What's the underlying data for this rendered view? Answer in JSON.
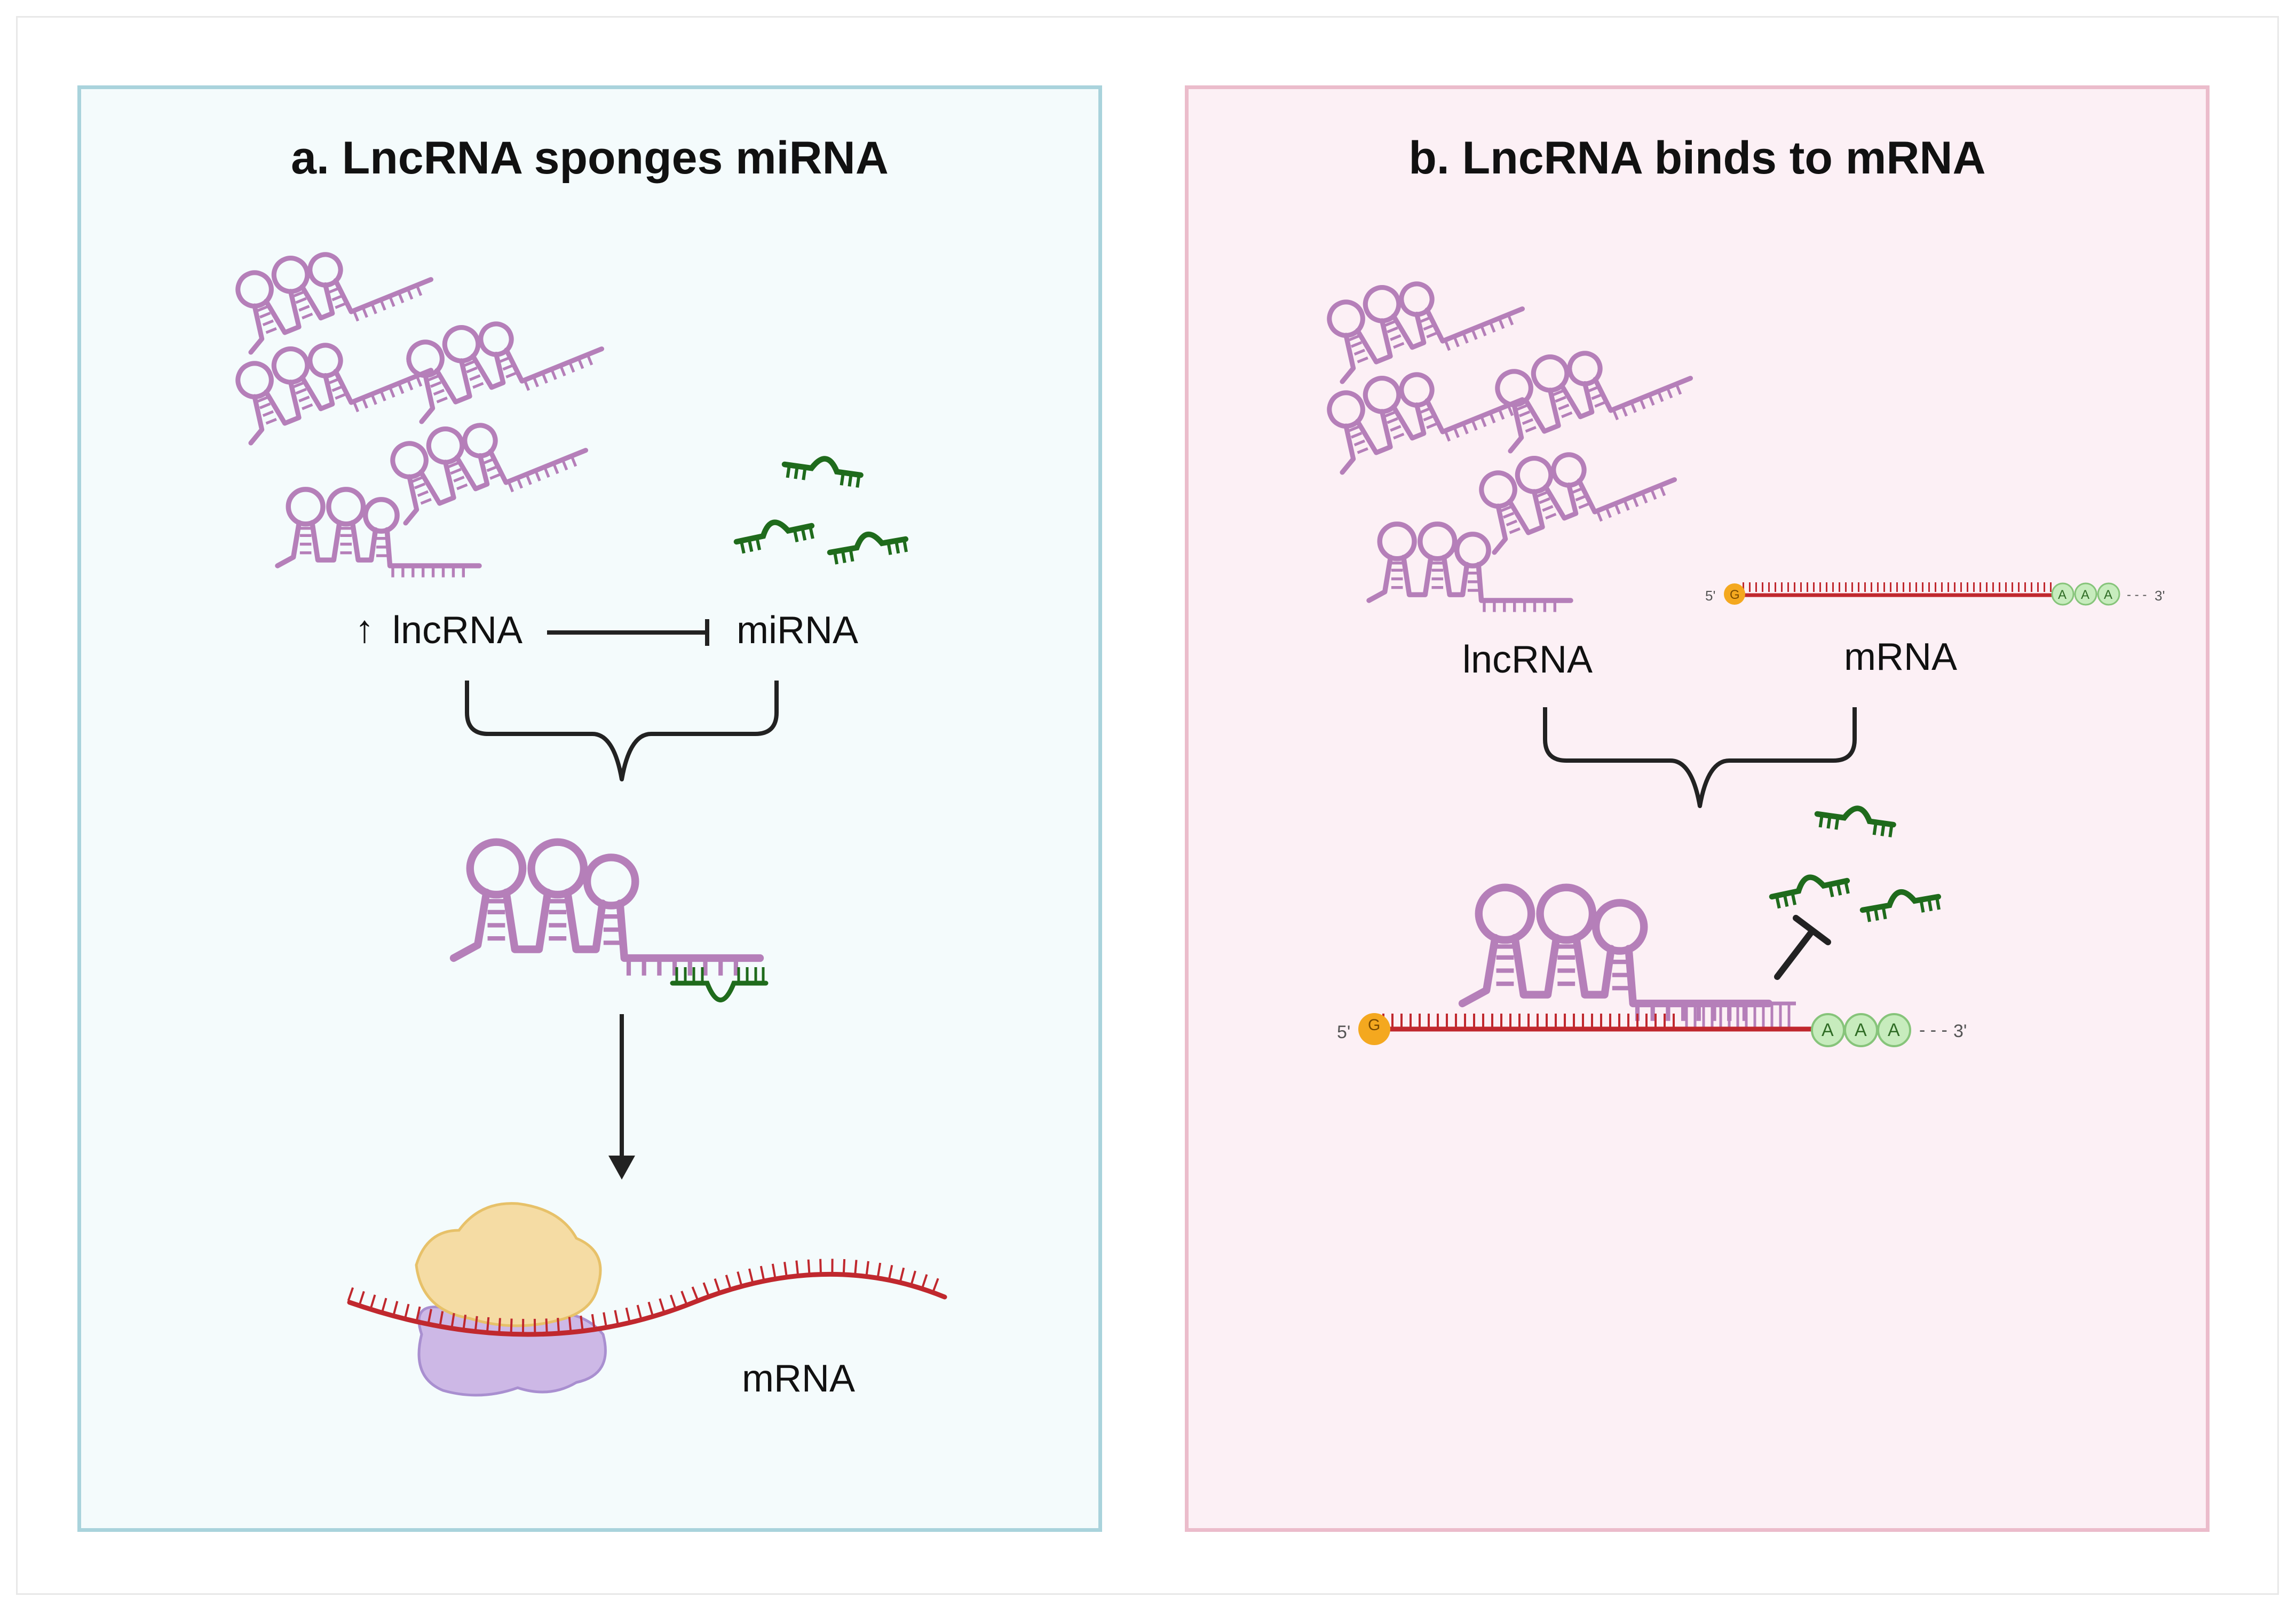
{
  "panel_a": {
    "title": "a. LncRNA sponges miRNA",
    "arrow_glyph": "↑",
    "lncrna_label": "lncRNA",
    "mirna_label": "miRNA",
    "mrna_label": "mRNA"
  },
  "panel_b": {
    "title": "b. LncRNA binds to mRNA",
    "lncrna_label": "lncRNA",
    "mrna_label": "mRNA",
    "five_prime": "5'",
    "three_prime": "3'",
    "cap_letter": "G",
    "polya_letter": "A",
    "dashes": "- - -"
  },
  "colors": {
    "lncrna": "#b57fb9",
    "mirna": "#1f6b1c",
    "mrna": "#c0282e",
    "ribosome_large": "#f5dca4",
    "ribosome_small": "#cdb8e6",
    "cap": "#f4a81f",
    "polya": "#c7ecbd",
    "panel_a_bg": "#f4fbfc",
    "panel_b_bg": "#fcf0f5"
  },
  "icons": [
    "lncrna-hairpin-icon",
    "mirna-strand-icon",
    "mrna-strand-icon",
    "ribosome-icon",
    "inhibition-t-icon",
    "down-arrow-icon",
    "curly-brace-icon"
  ]
}
